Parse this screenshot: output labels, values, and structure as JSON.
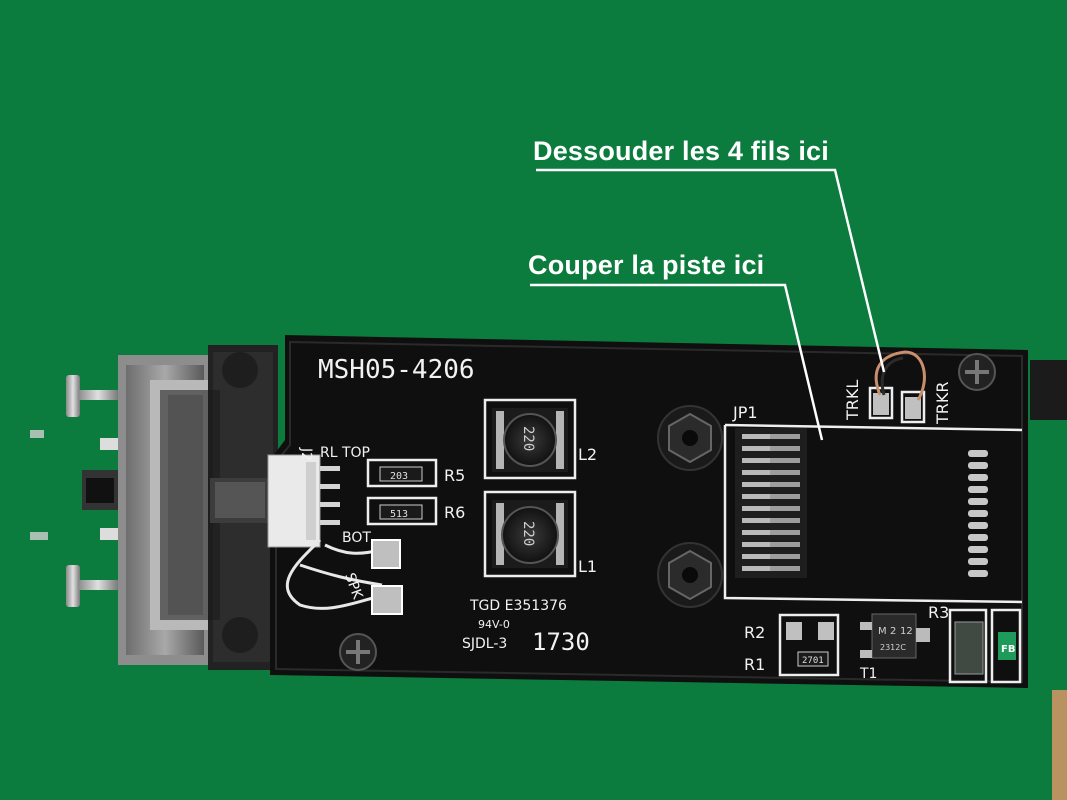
{
  "annotations": {
    "desolder": "Dessouder les 4 fils ici",
    "cut_trace": "Couper la piste ici"
  },
  "board": {
    "part_number": "MSH05-4206",
    "labels": {
      "j2": "J2",
      "rl_top": "RL TOP",
      "rl_bot": "BOT",
      "spk": "SPK",
      "r5": "R5",
      "r6": "R6",
      "l1": "L1",
      "l2": "L2",
      "jp1": "JP1",
      "trkl": "TRKL",
      "trkr": "TRKR",
      "r1": "R1",
      "r2": "R2",
      "r3": "R3",
      "t1": "T1",
      "fb": "FB"
    },
    "markings": {
      "r5_value": "203",
      "r6_value": "513",
      "r1_value": "2701",
      "l1_value": "220",
      "l2_value": "220",
      "cert_1": "TGD E351376",
      "cert_2": "94V-0",
      "cert_3": "SJDL-3",
      "date_code": "1730",
      "t1_mark_1": "M",
      "t1_mark_2": "2",
      "t1_mark_3": "12",
      "t1_mark_4": "2312C"
    }
  },
  "colors": {
    "background": "#0b7c3d",
    "pcb": "#0d0d0d",
    "silkscreen": "#f2f2f2",
    "annotation_text": "#ffffff"
  }
}
